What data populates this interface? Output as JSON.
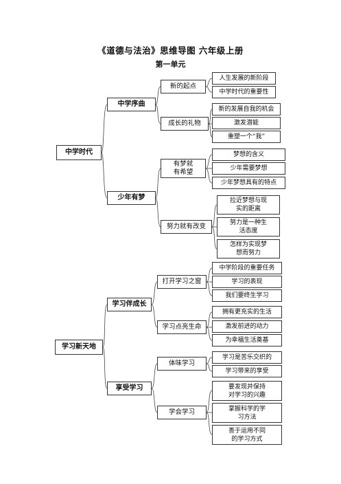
{
  "title": "《道德与法治》思维导图    六年级上册",
  "unit": "第一单元",
  "root1": {
    "label": "中学时代",
    "branches": [
      {
        "label": "中学序曲",
        "subs": [
          {
            "label": "新的起点",
            "leaves": [
              "人生发展的新阶段",
              "中学时代的重要性"
            ]
          },
          {
            "label": "成长的礼物",
            "leaves": [
              "新的发展自我的机会",
              "激发潜能",
              "重塑一个“我”"
            ]
          }
        ]
      },
      {
        "label": "少年有梦",
        "subs": [
          {
            "label": "有梦就\n有希望",
            "leaves": [
              "梦想的含义",
              "少年需要梦想",
              "少年梦想具有的特点"
            ]
          },
          {
            "label": "努力就有改变",
            "leaves": [
              "拉近梦想与现实的距离",
              "努力是一种生活态度",
              "怎样为实现梦想而努力"
            ]
          }
        ]
      }
    ]
  },
  "root2": {
    "label": "学习新天地",
    "branches": [
      {
        "label": "学习伴成长",
        "subs": [
          {
            "label": "打开学习之窗",
            "leaves": [
              "中学阶段的重要任务",
              "学习的表现",
              "我们要终生学习"
            ]
          },
          {
            "label": "学习点亮生命",
            "leaves": [
              "拥有更充实的生活",
              "激发前进的动力",
              "为幸福生活奠基"
            ]
          }
        ]
      },
      {
        "label": "享受学习",
        "subs": [
          {
            "label": "体味学习",
            "leaves": [
              "学习是苦乐交织的",
              "学习带来的享受"
            ]
          },
          {
            "label": "学会学习",
            "leaves": [
              "要发现并保持对学习的兴趣",
              "掌握科学的学习方法",
              "善于运用不同的学习方式"
            ]
          }
        ]
      }
    ]
  }
}
